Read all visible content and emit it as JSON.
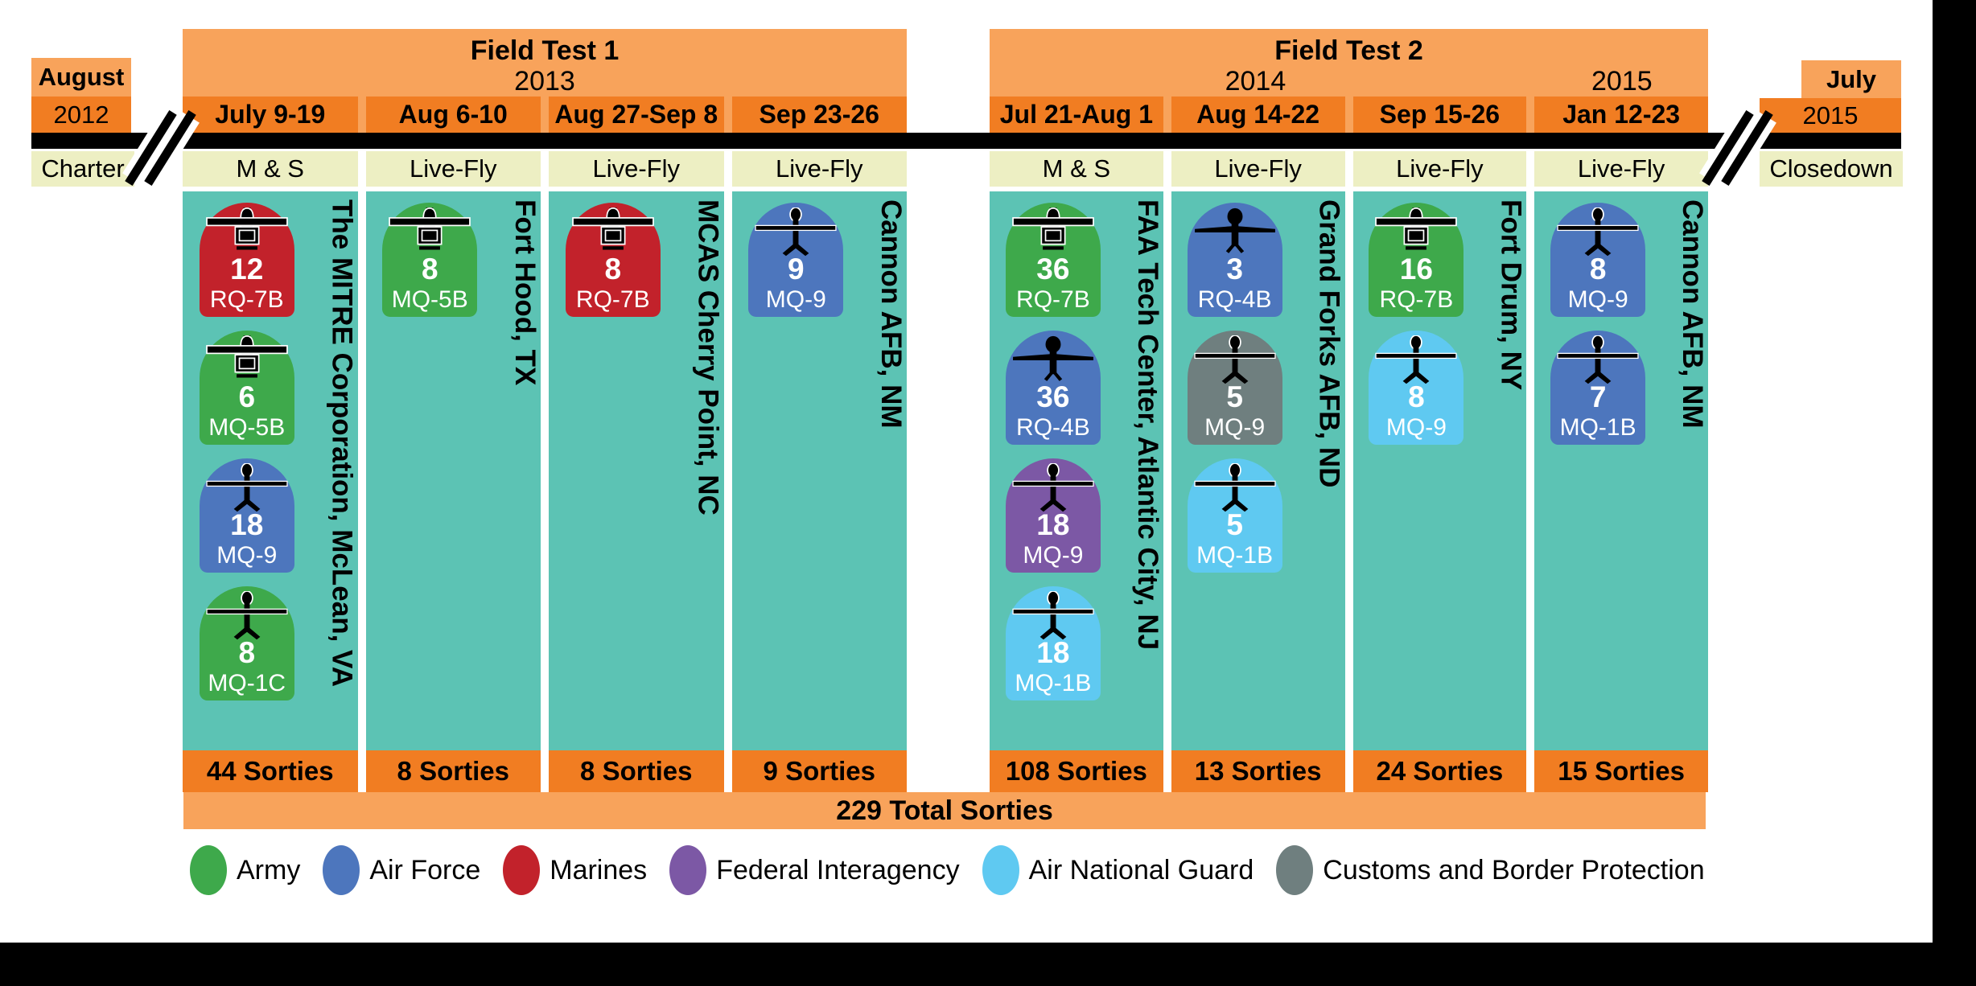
{
  "palette": {
    "orange_light": "#F8A35B",
    "orange_dark": "#F17D22",
    "cream": "#EDEFC3",
    "teal": "#5CC3B4",
    "army": "#3EA94B",
    "air_force": "#4D76BD",
    "marines": "#C2222B",
    "federal_interagency": "#7C58A5",
    "air_national_guard": "#5FC9F1",
    "customs_border_protection": "#6F7F7F"
  },
  "left_cap": {
    "month": "August",
    "year": "2012",
    "phase": "Charter"
  },
  "right_cap": {
    "month": "July",
    "year": "2015",
    "phase": "Closedown"
  },
  "total_bar": {
    "label": "229 Total Sorties"
  },
  "field_tests": [
    {
      "title": "Field Test 1",
      "years": [
        {
          "label": "2013",
          "x": "50%"
        }
      ],
      "columns": [
        {
          "date": "July 9-19",
          "phase": "M & S",
          "location": "The MITRE Corporation, McLean, VA",
          "sorties": "44 Sorties",
          "badges": [
            {
              "count": "12",
              "model": "RQ-7B",
              "org": "marines",
              "icon": "shadow"
            },
            {
              "count": "6",
              "model": "MQ-5B",
              "org": "army",
              "icon": "shadow"
            },
            {
              "count": "18",
              "model": "MQ-9",
              "org": "air_force",
              "icon": "predator"
            },
            {
              "count": "8",
              "model": "MQ-1C",
              "org": "army",
              "icon": "predator"
            }
          ]
        },
        {
          "date": "Aug 6-10",
          "phase": "Live-Fly",
          "location": "Fort Hood, TX",
          "sorties": "8 Sorties",
          "badges": [
            {
              "count": "8",
              "model": "MQ-5B",
              "org": "army",
              "icon": "shadow"
            }
          ]
        },
        {
          "date": "Aug 27-Sep 8",
          "phase": "Live-Fly",
          "location": "MCAS Cherry Point, NC",
          "sorties": "8 Sorties",
          "badges": [
            {
              "count": "8",
              "model": "RQ-7B",
              "org": "marines",
              "icon": "shadow"
            }
          ]
        },
        {
          "date": "Sep 23-26",
          "phase": "Live-Fly",
          "location": "Cannon AFB, NM",
          "sorties": "9 Sorties",
          "badges": [
            {
              "count": "9",
              "model": "MQ-9",
              "org": "air_force",
              "icon": "predator"
            }
          ]
        }
      ]
    },
    {
      "title": "Field Test 2",
      "years": [
        {
          "label": "2014",
          "x": "37%"
        },
        {
          "label": "2015",
          "x": "88%"
        }
      ],
      "columns": [
        {
          "date": "Jul 21-Aug 1",
          "phase": "M & S",
          "location": "FAA Tech Center, Atlantic City, NJ",
          "sorties": "108 Sorties",
          "badges": [
            {
              "count": "36",
              "model": "RQ-7B",
              "org": "army",
              "icon": "shadow"
            },
            {
              "count": "36",
              "model": "RQ-4B",
              "org": "air_force",
              "icon": "globalhawk"
            },
            {
              "count": "18",
              "model": "MQ-9",
              "org": "federal_interagency",
              "icon": "predator"
            },
            {
              "count": "18",
              "model": "MQ-1B",
              "org": "air_national_guard",
              "icon": "predator"
            }
          ]
        },
        {
          "date": "Aug 14-22",
          "phase": "Live-Fly",
          "location": "Grand Forks AFB, ND",
          "sorties": "13 Sorties",
          "badges": [
            {
              "count": "3",
              "model": "RQ-4B",
              "org": "air_force",
              "icon": "globalhawk"
            },
            {
              "count": "5",
              "model": "MQ-9",
              "org": "customs_border_protection",
              "icon": "predator"
            },
            {
              "count": "5",
              "model": "MQ-1B",
              "org": "air_national_guard",
              "icon": "predator"
            }
          ]
        },
        {
          "date": "Sep 15-26",
          "phase": "Live-Fly",
          "location": "Fort Drum, NY",
          "sorties": "24 Sorties",
          "badges": [
            {
              "count": "16",
              "model": "RQ-7B",
              "org": "army",
              "icon": "shadow"
            },
            {
              "count": "8",
              "model": "MQ-9",
              "org": "air_national_guard",
              "icon": "predator"
            }
          ]
        },
        {
          "date": "Jan 12-23",
          "phase": "Live-Fly",
          "location": "Cannon AFB, NM",
          "sorties": "15 Sorties",
          "badges": [
            {
              "count": "8",
              "model": "MQ-9",
              "org": "air_force",
              "icon": "predator"
            },
            {
              "count": "7",
              "model": "MQ-1B",
              "org": "air_force",
              "icon": "predator"
            }
          ]
        }
      ]
    }
  ],
  "legend": [
    {
      "label": "Army",
      "org": "army"
    },
    {
      "label": "Air Force",
      "org": "air_force"
    },
    {
      "label": "Marines",
      "org": "marines"
    },
    {
      "label": "Federal Interagency",
      "org": "federal_interagency"
    },
    {
      "label": "Air National Guard",
      "org": "air_national_guard"
    },
    {
      "label": "Customs and Border Protection",
      "org": "customs_border_protection"
    }
  ]
}
